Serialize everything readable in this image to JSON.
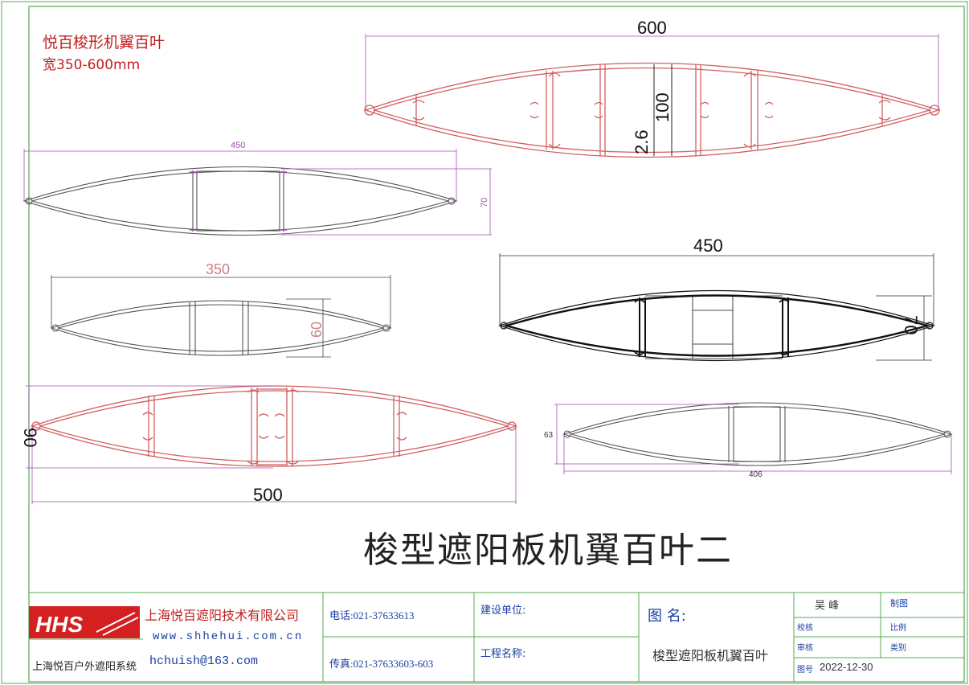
{
  "notes": {
    "series_name": "悦百梭形机翼百叶",
    "width_range": "宽350-600mm"
  },
  "drawing_title": "梭型遮阳板机翼百叶二",
  "profiles": [
    {
      "id": "p600",
      "width_label": "600",
      "height_label": "100",
      "thickness_label": "2.6",
      "color": "#d06060"
    },
    {
      "id": "p450a",
      "width_label": "450",
      "height_label": "70",
      "color": "#a24fb0"
    },
    {
      "id": "p350",
      "width_label": "350",
      "height_label": "60",
      "color": "#555555",
      "accent": "#d08080"
    },
    {
      "id": "p450b",
      "width_label": "450",
      "height_label": "70",
      "color": "#111111"
    },
    {
      "id": "p500",
      "width_label": "500",
      "height_label": "90",
      "color": "#d06060"
    },
    {
      "id": "p406",
      "width_label": "406",
      "height_label": "63",
      "color": "#555555"
    }
  ],
  "title_block": {
    "logo_text": "HHS",
    "logo_caption": "上海悦百户外遮阳系统",
    "company": "上海悦百遮阳技术有限公司",
    "website": "www.shhehui.com.cn",
    "email": "hchuish@163.com",
    "phone": "电话:021-37633613",
    "fax": "传真:021-37633603-603",
    "client_label": "建设单位:",
    "project_label": "工程名称:",
    "drawing_name_label": "图  名:",
    "drawing_name": "梭型遮阳板机翼百叶",
    "designer": "吴  峰",
    "role_draw": "制图",
    "role_check_label": "校核",
    "role_scale": "比例",
    "role_review_label": "审核",
    "role_category": "类别",
    "drawing_no_label": "图号",
    "date": "2022-12-30"
  }
}
